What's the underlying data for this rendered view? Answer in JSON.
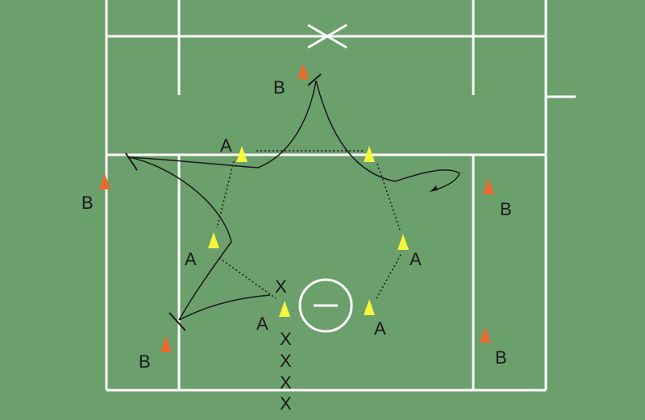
{
  "colors": {
    "field": "#6b9f6c",
    "lines": "#ffffff",
    "cone_a": "#f5f53c",
    "cone_b": "#e9692c",
    "path": "#1a1a1a"
  },
  "icons": {
    "cone_a": "yellow-triangle-cone",
    "cone_b": "orange-triangle-cone",
    "ball": "circle-with-line"
  },
  "labels": {
    "a": "A",
    "b": "B",
    "x": "X"
  }
}
